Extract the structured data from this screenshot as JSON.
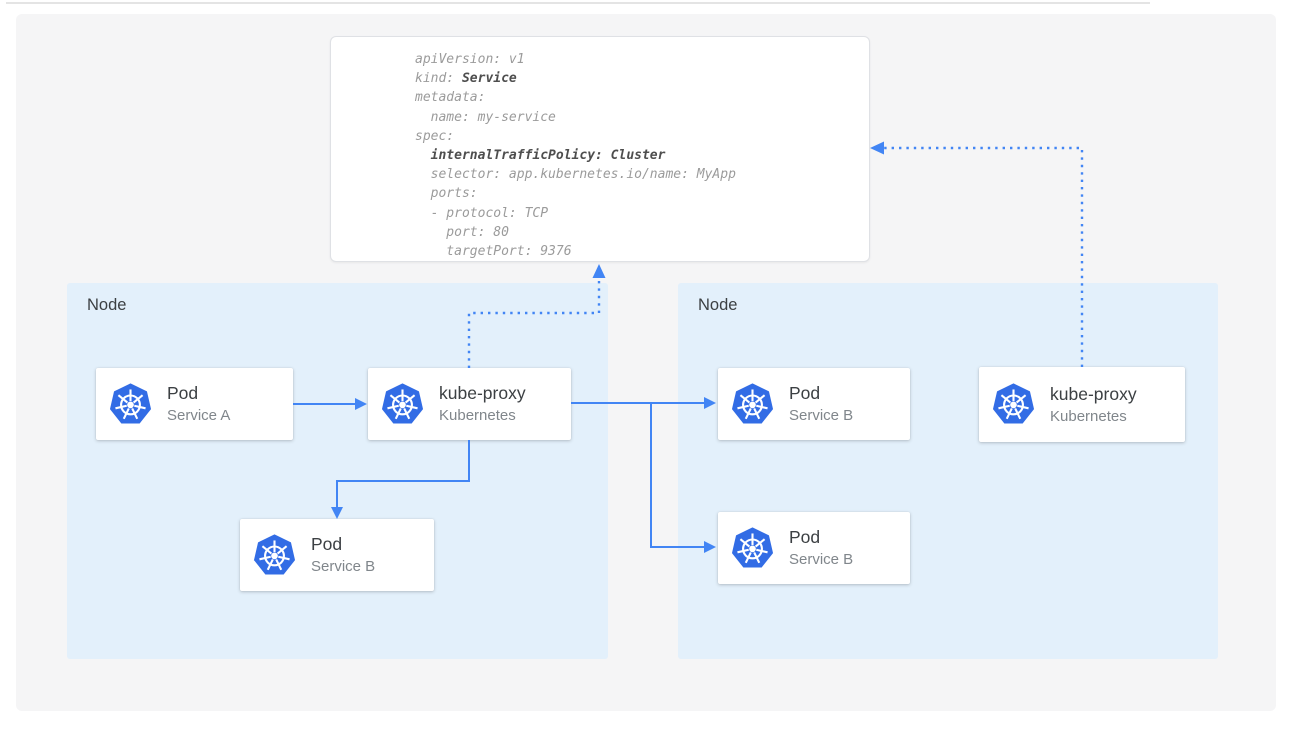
{
  "colors": {
    "kubernetes_blue": "#326ce5",
    "arrow_blue": "#4285f4",
    "node_bg": "#e3f0fb",
    "panel_bg": "#f5f5f6",
    "code_gray": "#9b9b9b",
    "code_bold_gray": "#4e4e4e"
  },
  "yaml": {
    "lines": [
      {
        "pre": "apiVersion: v1",
        "bold": "",
        "post": ""
      },
      {
        "pre": "kind: ",
        "bold": "Service",
        "post": ""
      },
      {
        "pre": "metadata:",
        "bold": "",
        "post": ""
      },
      {
        "pre": "  name: my-service",
        "bold": "",
        "post": ""
      },
      {
        "pre": "spec:",
        "bold": "",
        "post": ""
      },
      {
        "pre": "  ",
        "bold": "internalTrafficPolicy: Cluster",
        "post": ""
      },
      {
        "pre": "  selector: app.kubernetes.io/name: MyApp",
        "bold": "",
        "post": ""
      },
      {
        "pre": "  ports:",
        "bold": "",
        "post": ""
      },
      {
        "pre": "  - protocol: TCP",
        "bold": "",
        "post": ""
      },
      {
        "pre": "    port: 80",
        "bold": "",
        "post": ""
      },
      {
        "pre": "    targetPort: 9376",
        "bold": "",
        "post": ""
      }
    ]
  },
  "nodes": [
    {
      "label": "Node",
      "cards": [
        {
          "icon": "kubernetes-logo",
          "title": "Pod",
          "subtitle": "Service A"
        },
        {
          "icon": "kubernetes-logo",
          "title": "kube-proxy",
          "subtitle": "Kubernetes"
        },
        {
          "icon": "kubernetes-logo",
          "title": "Pod",
          "subtitle": "Service B"
        }
      ]
    },
    {
      "label": "Node",
      "cards": [
        {
          "icon": "kubernetes-logo",
          "title": "Pod",
          "subtitle": "Service B"
        },
        {
          "icon": "kubernetes-logo",
          "title": "Pod",
          "subtitle": "Service B"
        },
        {
          "icon": "kubernetes-logo",
          "title": "kube-proxy",
          "subtitle": "Kubernetes"
        }
      ]
    }
  ]
}
